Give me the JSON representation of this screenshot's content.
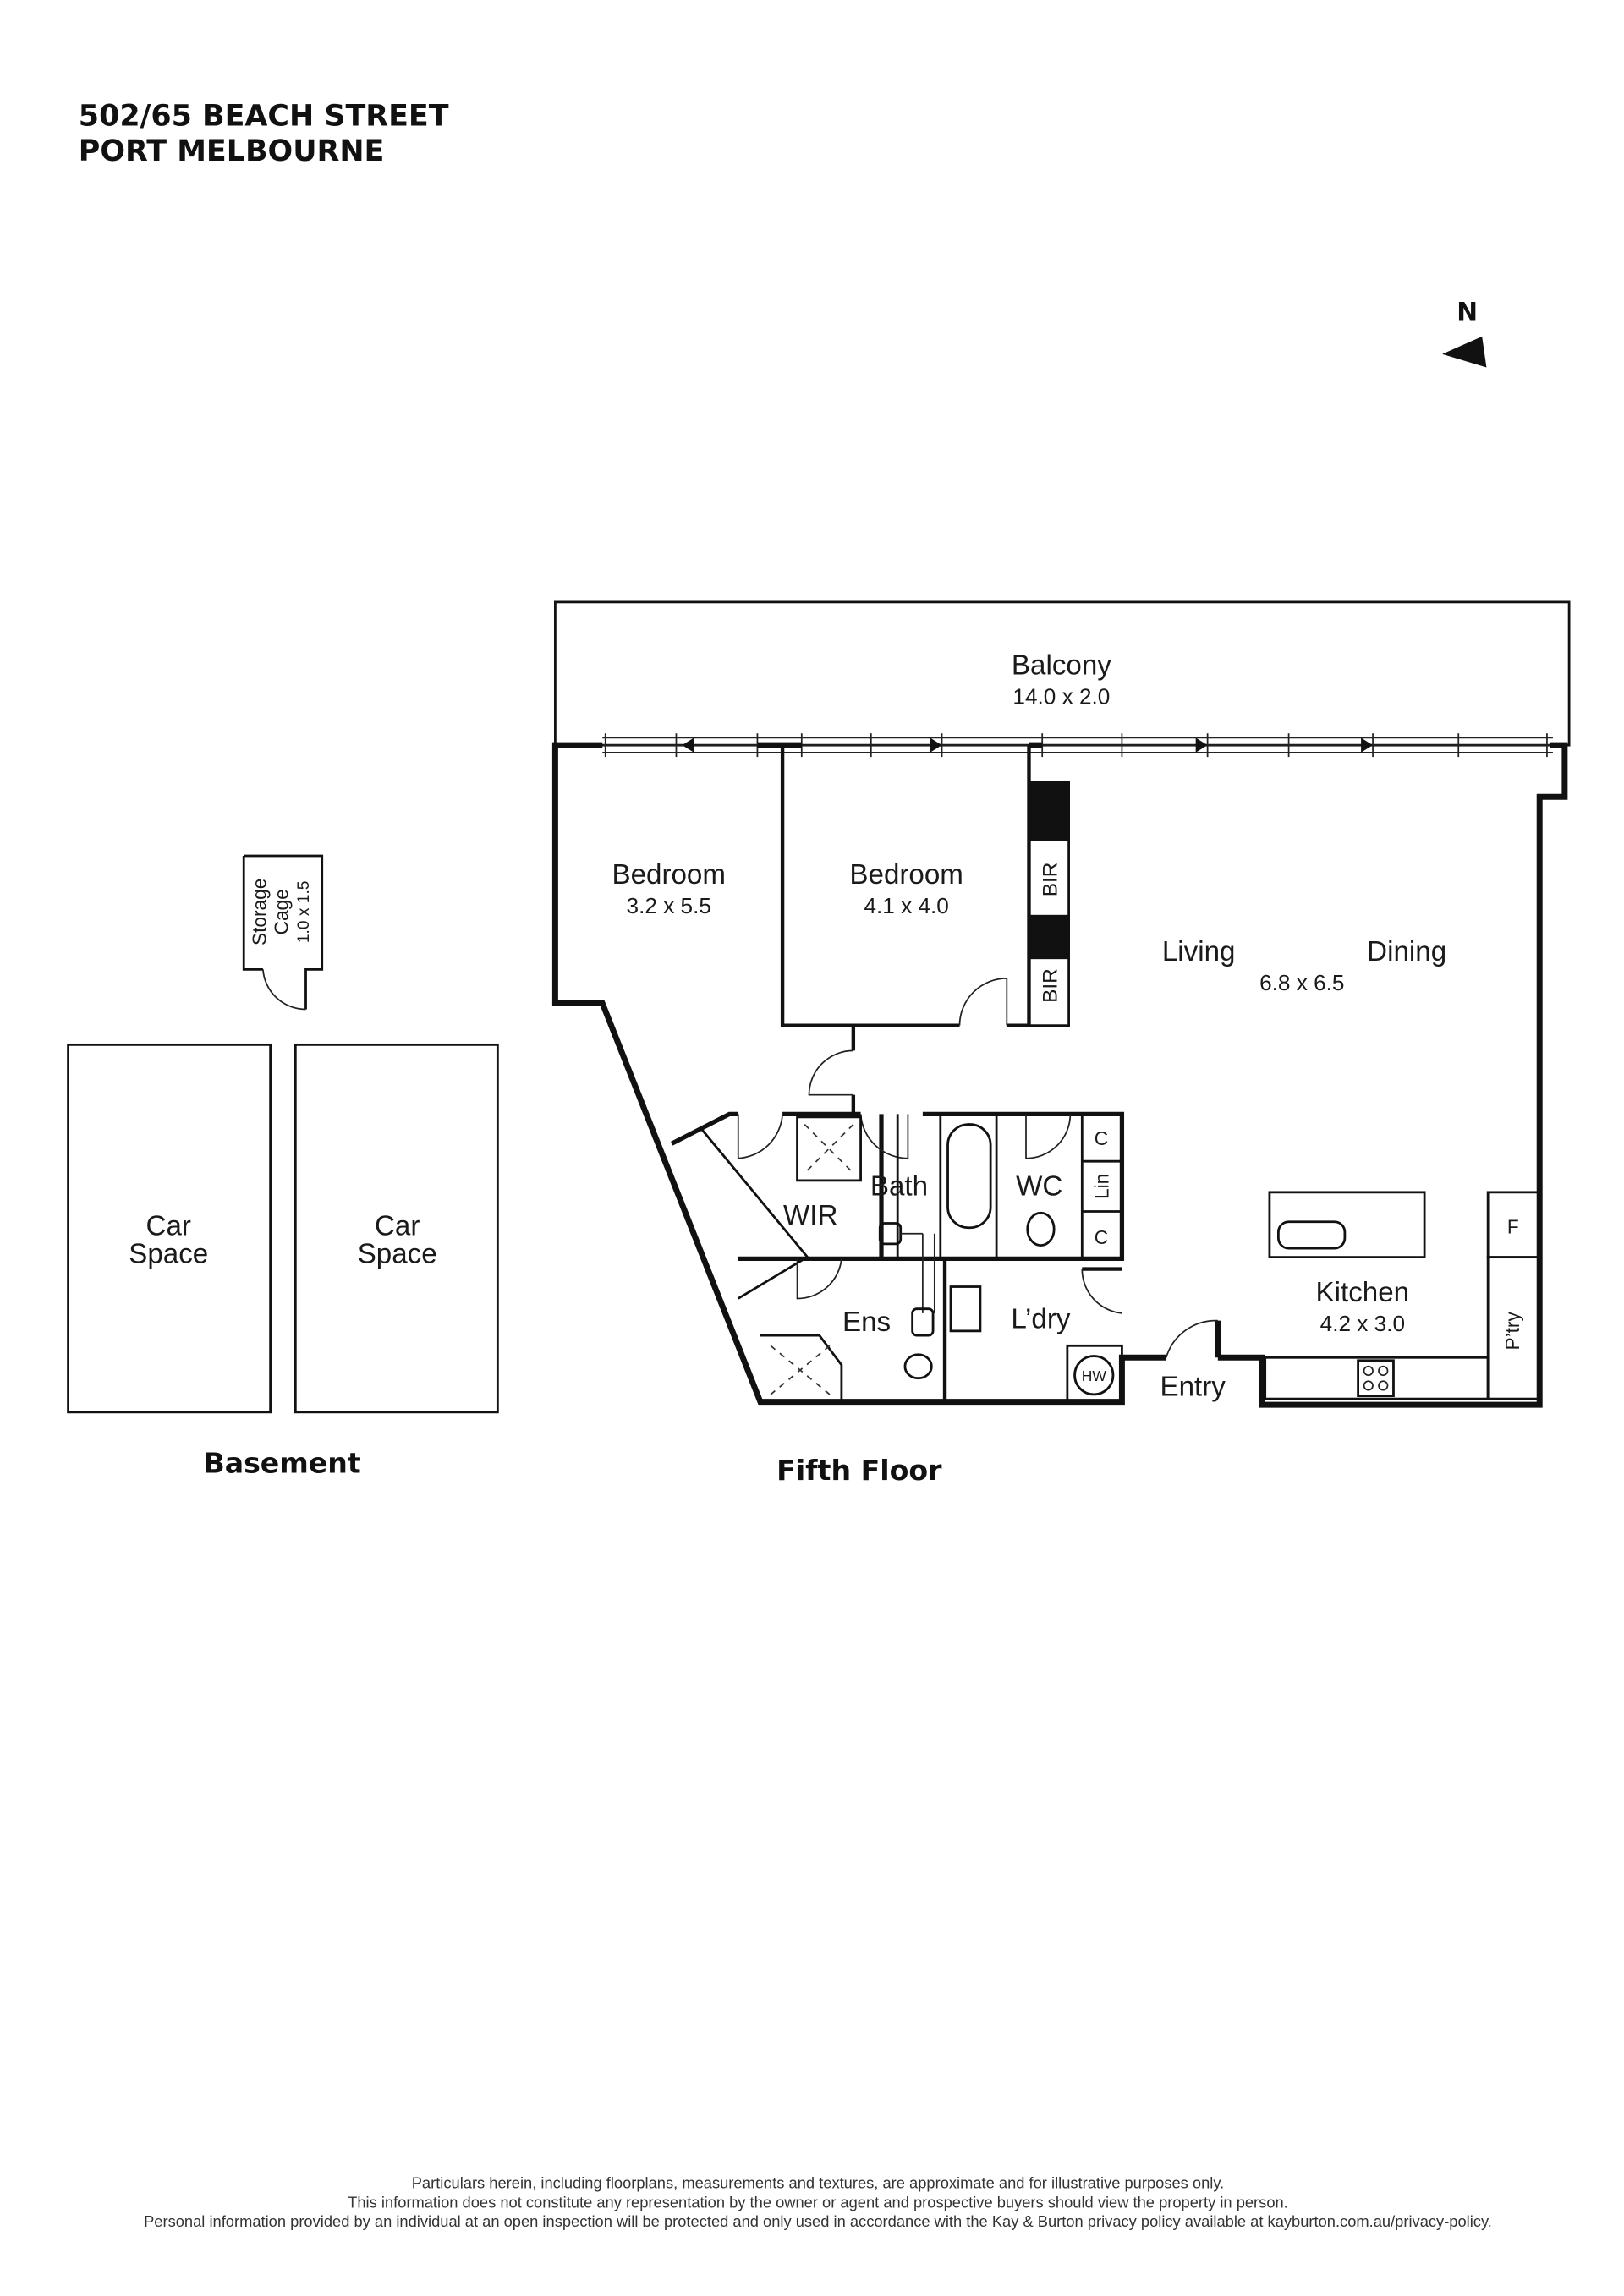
{
  "header": {
    "line1": "502/65 BEACH STREET",
    "line2": "PORT MELBOURNE"
  },
  "north": {
    "label": "N"
  },
  "levels": {
    "basement": "Basement",
    "fifth": "Fifth Floor"
  },
  "basement": {
    "storage": {
      "name1": "Storage",
      "name2": "Cage",
      "dims": "1.0 x 1.5"
    },
    "car1": {
      "line1": "Car",
      "line2": "Space"
    },
    "car2": {
      "line1": "Car",
      "line2": "Space"
    }
  },
  "rooms": {
    "balcony": {
      "name": "Balcony",
      "dims": "14.0 x 2.0"
    },
    "bedroom1": {
      "name": "Bedroom",
      "dims": "3.2 x 5.5"
    },
    "bedroom2": {
      "name": "Bedroom",
      "dims": "4.1 x 4.0"
    },
    "bir1": "BIR",
    "bir2": "BIR",
    "living": "Living",
    "dining": "Dining",
    "living_dims": "6.8 x 6.5",
    "wir": "WIR",
    "bath": "Bath",
    "wc": "WC",
    "cupboard1": "C",
    "linen": "Lin",
    "cupboard2": "C",
    "ens": "Ens",
    "laundry": "L’dry",
    "hw": "HW",
    "entry": "Entry",
    "kitchen": {
      "name": "Kitchen",
      "dims": "4.2 x 3.0"
    },
    "fridge": "F",
    "pantry": "P’try"
  },
  "footer": [
    "Particulars herein, including floorplans, measurements and textures, are approximate and for illustrative purposes only.",
    "This information does not constitute any representation by the owner or agent and prospective buyers should view the property in person.",
    "Personal information provided by an individual at an open inspection will be protected and only used in accordance with the Kay & Burton privacy policy available at kayburton.com.au/privacy-policy."
  ]
}
